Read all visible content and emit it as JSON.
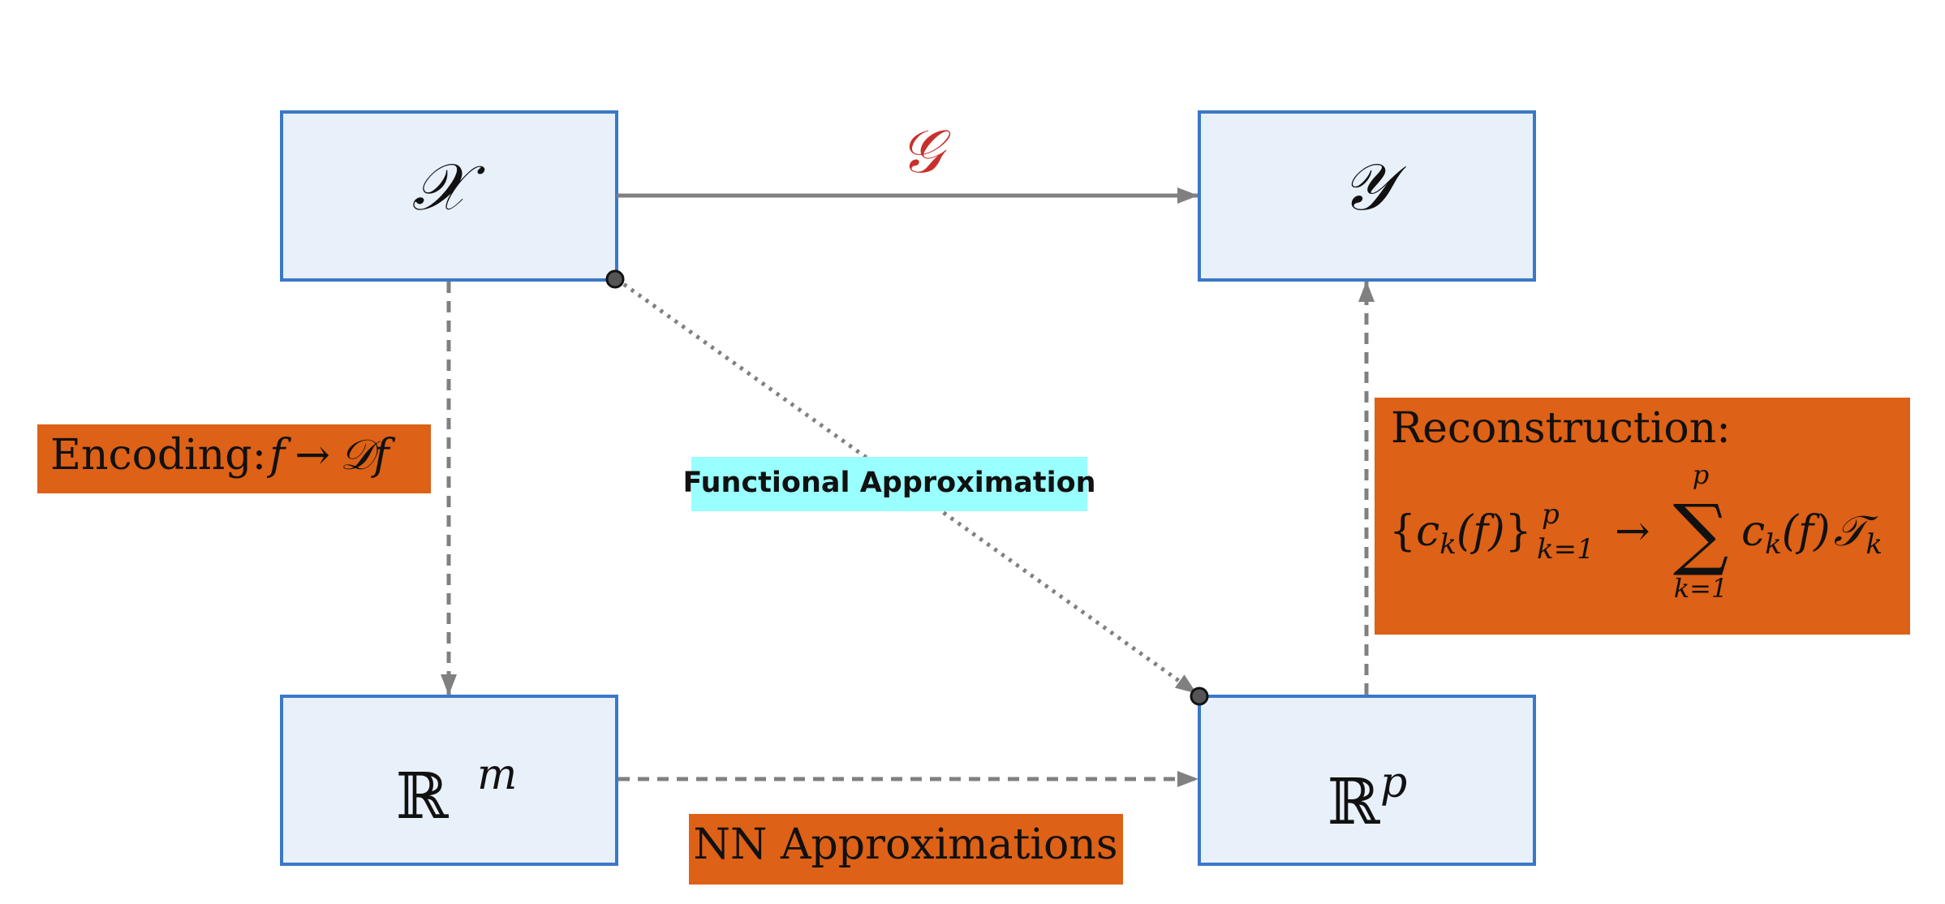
{
  "nodes": {
    "x_space": {
      "label": "𝒳"
    },
    "y_space": {
      "label": "𝒴"
    },
    "rm_space": {
      "base": "ℝ",
      "superscript": "m"
    },
    "rp_space": {
      "base": "ℝ",
      "superscript": "p"
    }
  },
  "edges": {
    "operator": {
      "label": "𝒢"
    },
    "functional": {
      "label": "Functional Approximation"
    }
  },
  "labels": {
    "encoding": {
      "prefix": "Encoding:",
      "f1": "f",
      "arrow": "→",
      "d": "𝒟",
      "f2": "f"
    },
    "nn": {
      "text": "NN Approximations"
    },
    "reconstruction": {
      "title": "Reconstruction:",
      "set_open": "{",
      "c1": "c",
      "k1": "k",
      "paren1": "(f)",
      "set_close": "}",
      "p_sup": "p",
      "k_eq_1": "k=1",
      "arrow": "→",
      "sigma": "∑",
      "sum_top": "p",
      "sum_bottom": "k=1",
      "c2": "c",
      "k2": "k",
      "paren2": "(f)",
      "t": "𝒯",
      "k3": "k"
    }
  },
  "colors": {
    "box_fill": "#E8F0FA",
    "box_stroke": "#3A78C9",
    "arrow": "#808080",
    "orange": "#DD6116",
    "cyan": "#99FFFF",
    "operator_red": "#C9302C"
  }
}
